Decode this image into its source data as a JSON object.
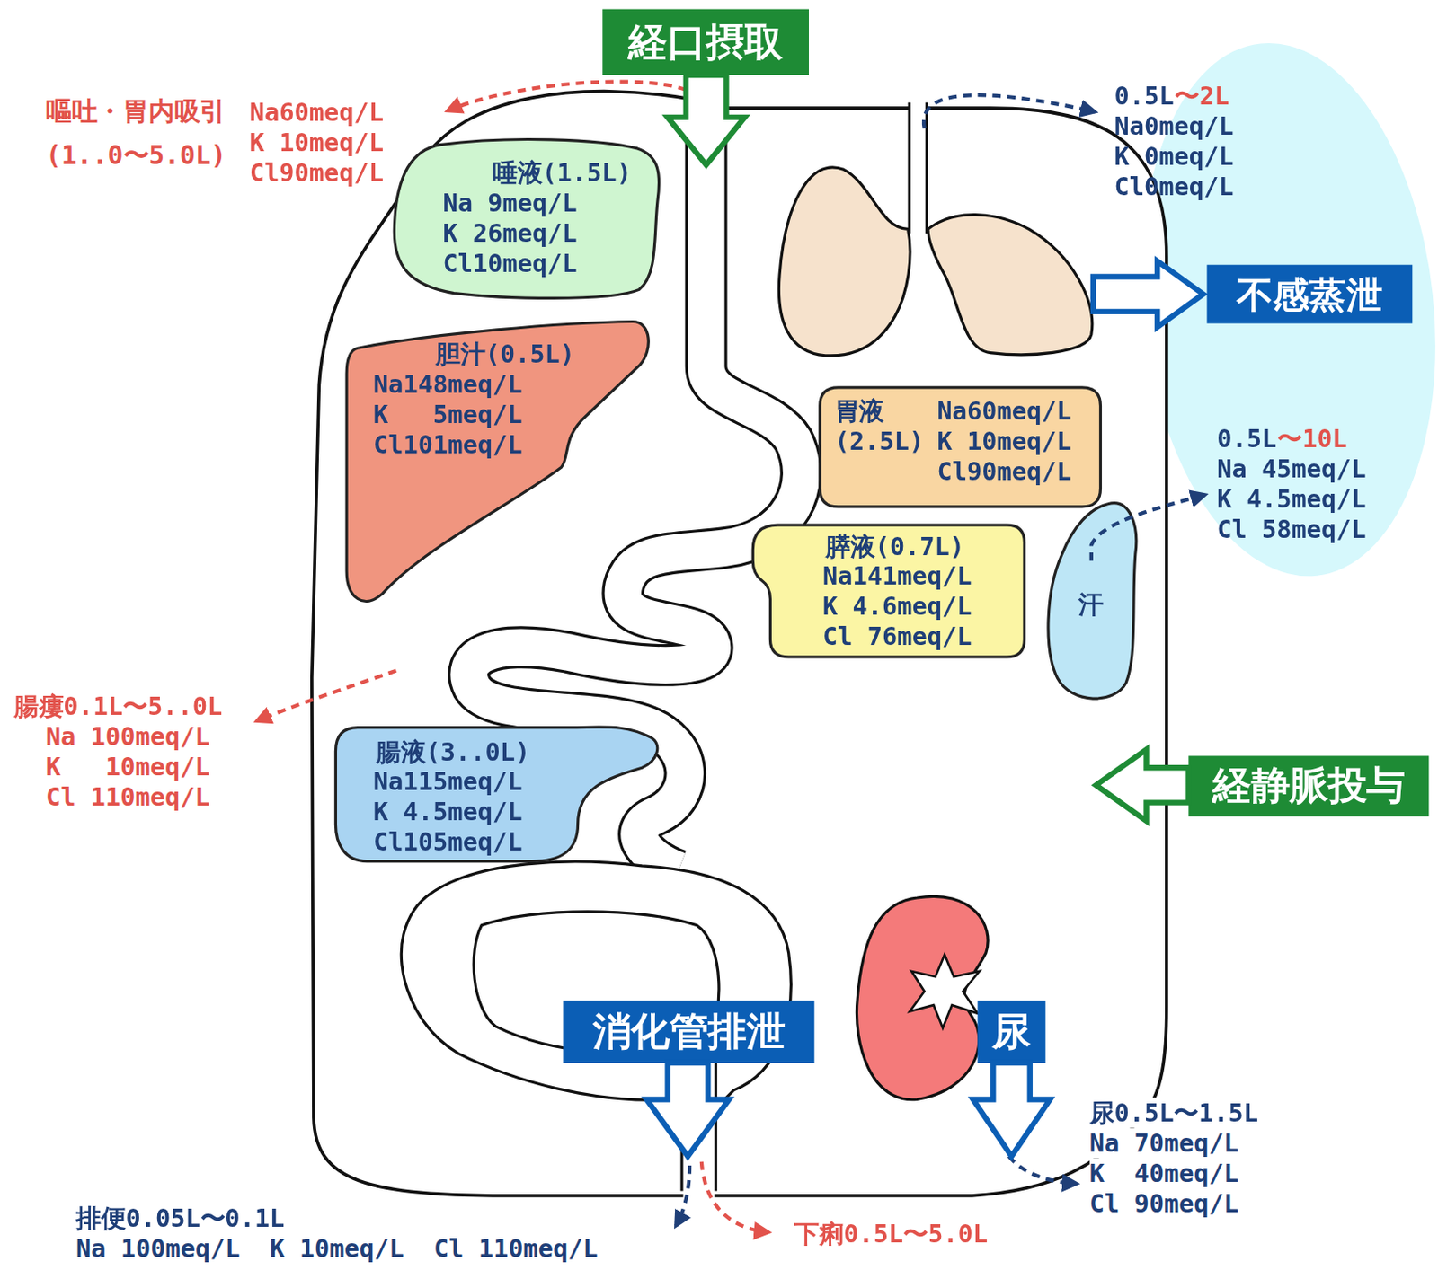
{
  "diagram": {
    "nodes": [
      {
        "text": [
          "経口摂取"
        ]
      },
      {
        "text": [
          "唾液(1.5L)",
          "Na 9meq/L",
          "K 26meq/L",
          "Cl10meq/L"
        ]
      },
      {
        "text": [
          "胆汁(0.5L)",
          "Na148meq/L",
          "K   5meq/L",
          "Cl101meq/L"
        ]
      },
      {
        "text": [
          "不感蒸泄"
        ]
      },
      {
        "text": [
          "胃液 (2.5L)",
          "Na60meq/L",
          "K 10meq/L",
          "Cl90meq/L"
        ]
      },
      {
        "text": [
          "膵液(0.7L)",
          "Na141meq/L",
          "K 4.6meq/L",
          "Cl 76meq/L"
        ]
      },
      {
        "text": [
          "汗"
        ]
      },
      {
        "text": [
          "経静脈投与"
        ]
      },
      {
        "text": [
          "腸液(3..0L)",
          "Na115meq/L",
          "K 4.5meq/L",
          "Cl105meq/L"
        ]
      },
      {
        "text": [
          "消化管排泄"
        ]
      },
      {
        "text": [
          "尿"
        ]
      }
    ],
    "labels": [
      "嘔吐・胃内吸引 (1..0〜5.0L)",
      "Na60meq/L",
      "K 10meq/L",
      "Cl90meq/L",
      "0.5L",
      "〜2L",
      "Na0meq/L",
      "K 0meq/L",
      "Cl0meq/L",
      "0.5L",
      "〜10L",
      "Na 45meq/L",
      "K 4.5meq/L",
      "Cl 58meq/L",
      "腸瘻0.1L〜5..0L",
      "Na 100meq/L",
      "K   10meq/L",
      "Cl 110meq/L",
      "尿0.5L〜1.5L",
      "Na 70meq/L",
      "K  40meq/L",
      "Cl 90meq/L",
      "排便0.05L〜0.1L",
      "Na 100meq/L  K 10meq/L  Cl 110meq/L",
      "下痢0.5L〜5.0L"
    ]
  }
}
